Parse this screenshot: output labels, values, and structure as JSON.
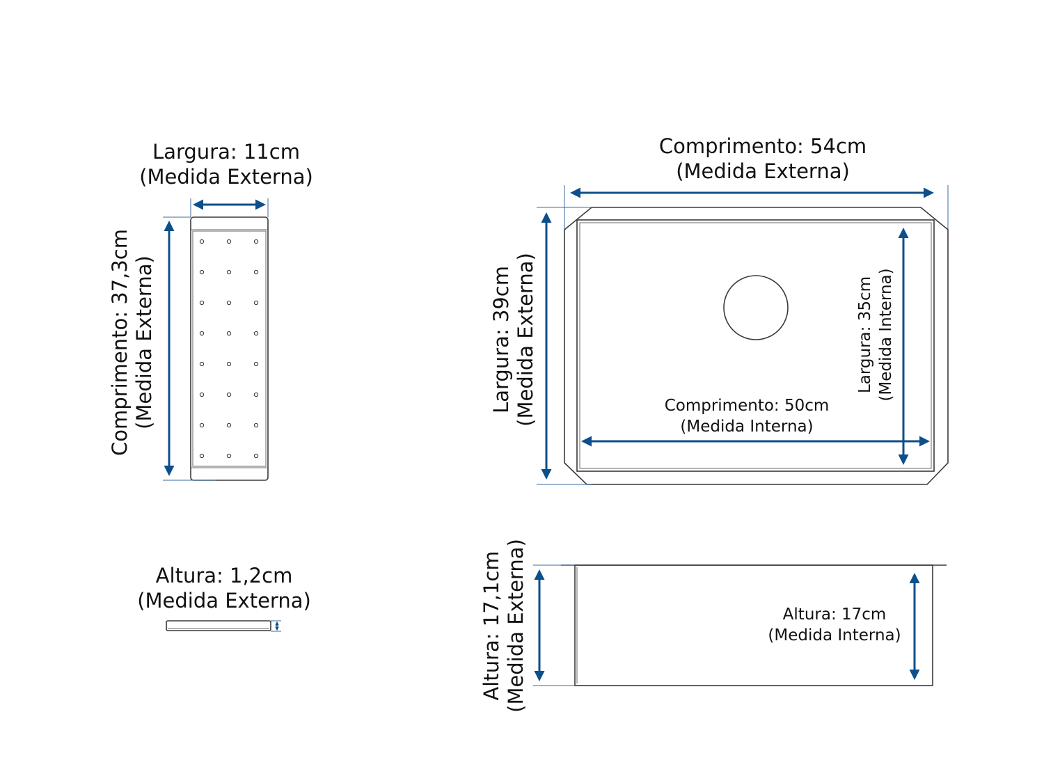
{
  "colors": {
    "arrow": "#0d4f8a",
    "outline": "#3a3a3a",
    "text": "#111111"
  },
  "strainer_top": {
    "width_label": "Largura: 11cm",
    "width_note": "(Medida Externa)",
    "length_label": "Comprimento: 37,3cm",
    "length_note": "(Medida Externa)"
  },
  "strainer_side": {
    "height_label": "Altura: 1,2cm",
    "height_note": "(Medida Externa)"
  },
  "sink_top": {
    "ext_length_label": "Comprimento: 54cm",
    "ext_length_note": "(Medida Externa)",
    "ext_width_label": "Largura: 39cm",
    "ext_width_note": "(Medida Externa)",
    "int_width_label": "Largura: 35cm",
    "int_width_note": "(Medida Interna)",
    "int_length_label": "Comprimento: 50cm",
    "int_length_note": "(Medida Interna)"
  },
  "sink_side": {
    "ext_height_label": "Altura: 17,1cm",
    "ext_height_note": "(Medida Externa)",
    "int_height_label": "Altura: 17cm",
    "int_height_note": "(Medida Interna)"
  }
}
